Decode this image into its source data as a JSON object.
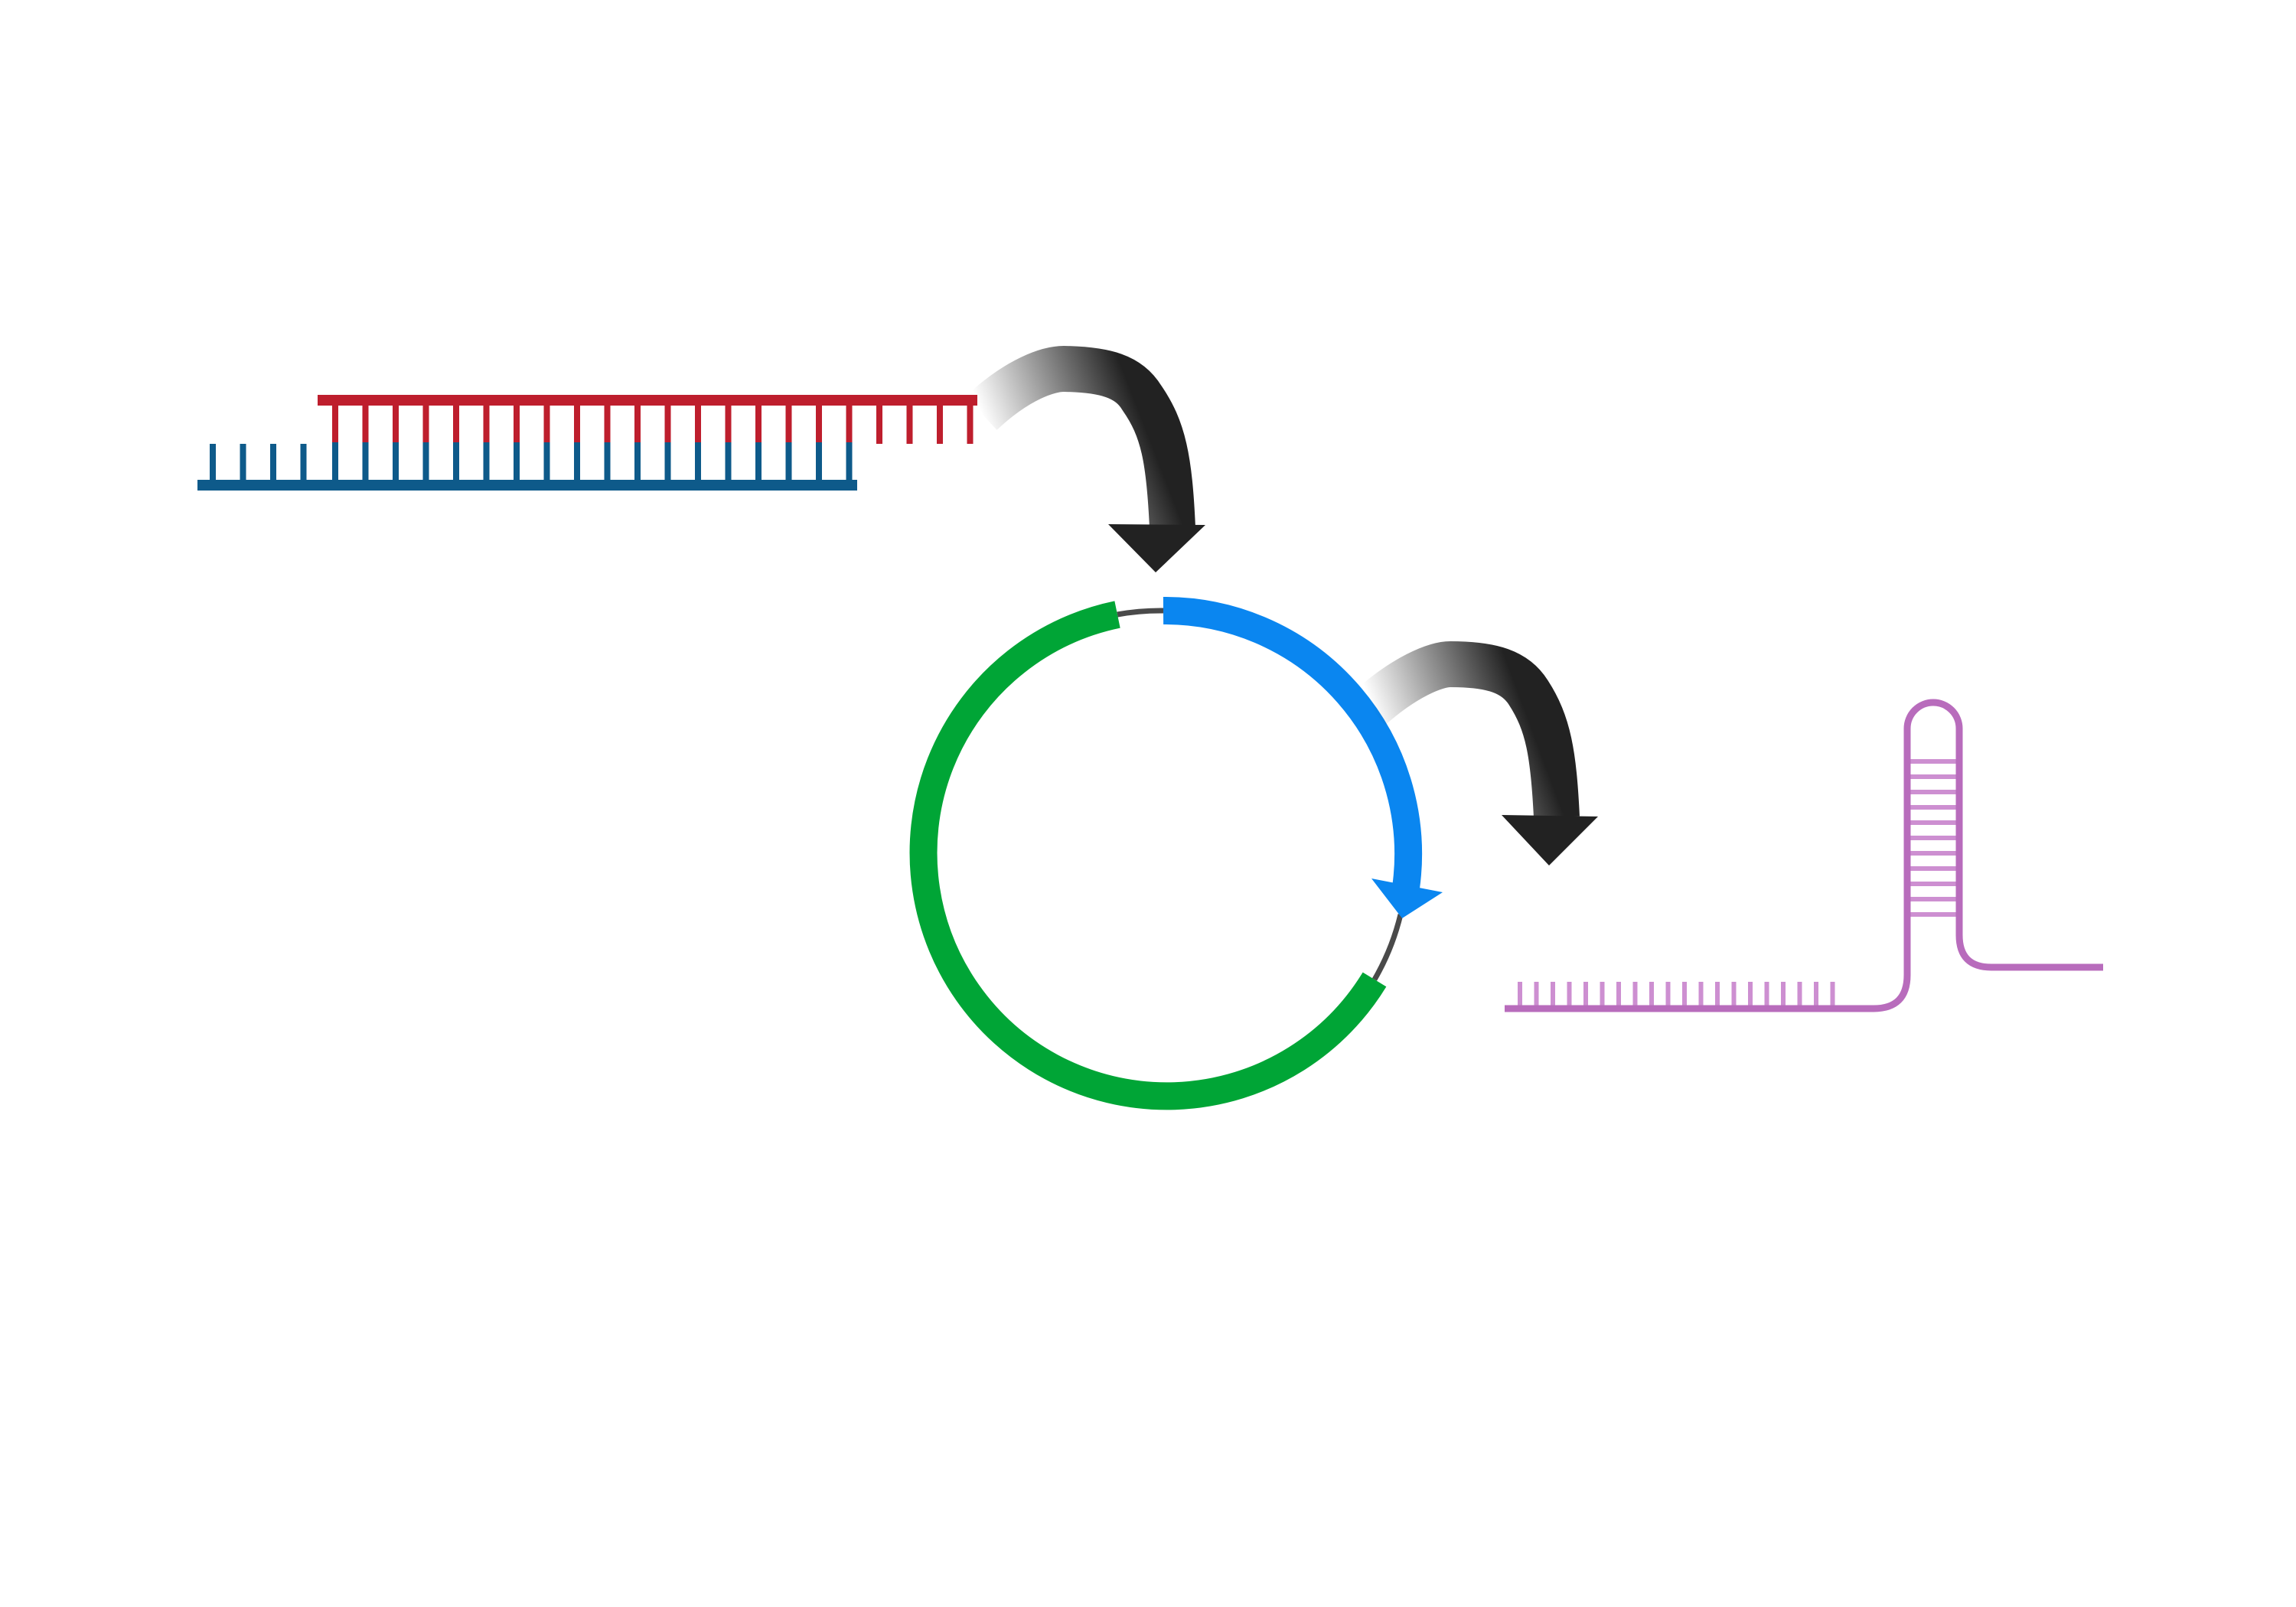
{
  "colors": {
    "background": "#ffffff",
    "dsdna_top_strand": "#be1e2d",
    "dsdna_bottom_strand": "#0e5a8a",
    "plasmid_backbone_arc": "#00a536",
    "plasmid_insert_arc": "#0a86f0",
    "plasmid_link": "#4a4a4a",
    "arrow": "#222222",
    "rna_hairpin": "#b86cbc",
    "rna_rungs": "#cd8fd1"
  },
  "icons": {
    "arrow_1": "curved-arrow-icon",
    "arrow_2": "curved-arrow-icon"
  },
  "structure": {
    "dsdna_paired_rungs": 18,
    "dsdna_bottom_overhang_rungs": 4,
    "dsdna_top_overhang_rungs": 4,
    "rna_tail_rungs": 20,
    "rna_stem_rungs": 11
  }
}
